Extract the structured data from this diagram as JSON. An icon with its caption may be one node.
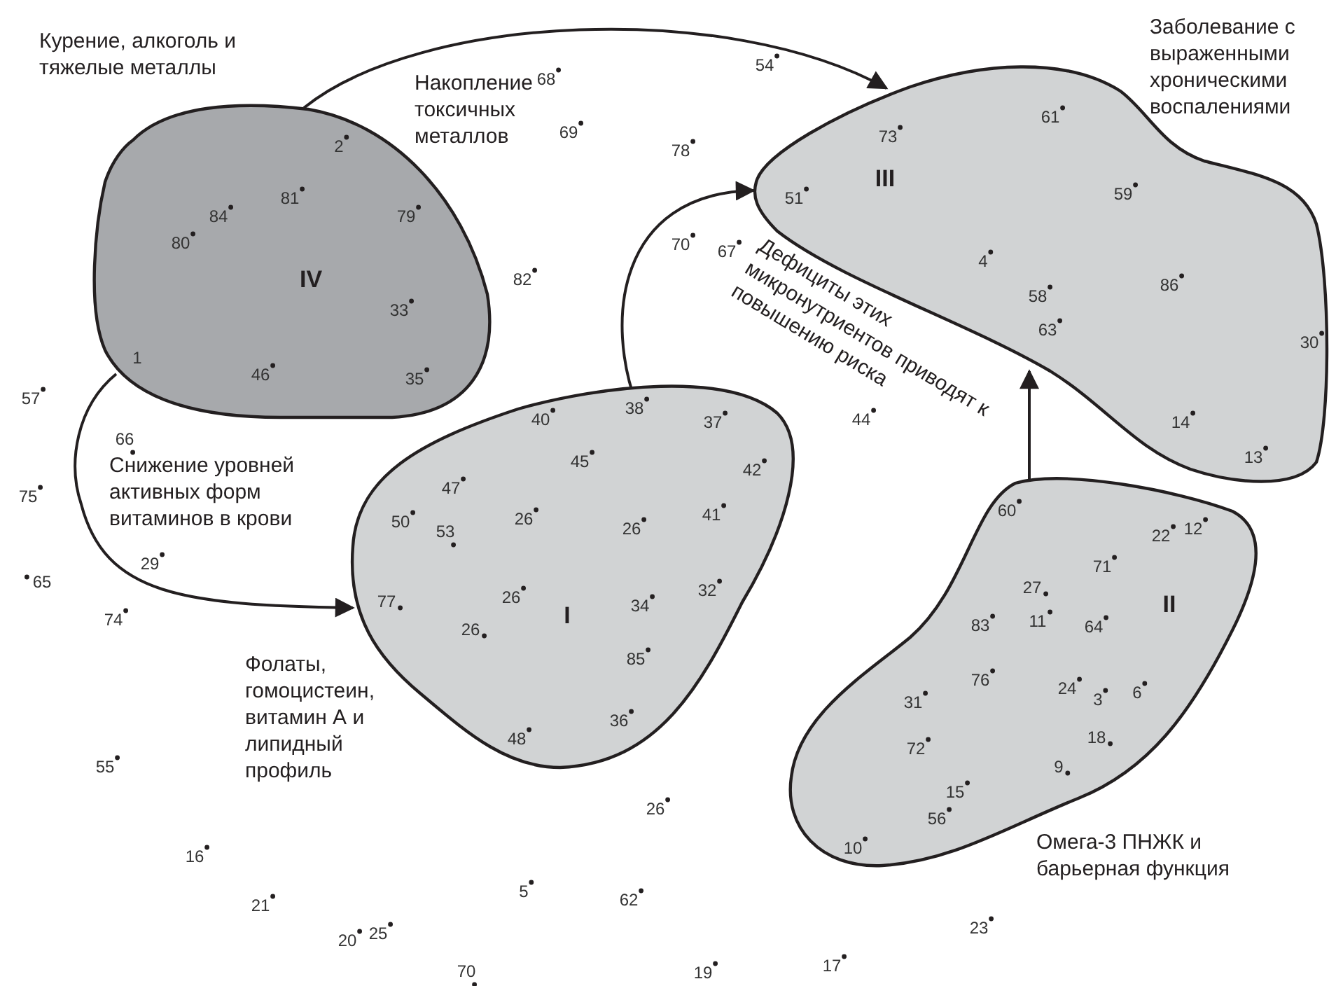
{
  "diagram": {
    "nodes": [
      {
        "text": [
          "Курение, алкоголь и тяжелые металлы",
          "IV"
        ]
      },
      {
        "text": [
          "Заболевание с выраженными хроническими воспалениями",
          "III"
        ]
      },
      {
        "text": [
          "I",
          "Фолаты, гомоцистеин, витамин А и липидный профиль"
        ]
      },
      {
        "text": [
          "II",
          "Омега-3 ПНЖК и барьерная функция"
        ]
      }
    ],
    "edges": [
      {
        "from": 0,
        "to": 1,
        "arrow": "to",
        "label": "Накопление токсичных металлов"
      },
      {
        "from": 0,
        "to": 2,
        "arrow": "to",
        "label": "Снижение уровней активных форм витаминов в крови"
      },
      {
        "from": 2,
        "to": 1,
        "arrow": "to",
        "label": "Дефициты этих микронутриентов приводят к повышению риска"
      },
      {
        "from": 3,
        "to": 1,
        "arrow": "to"
      }
    ],
    "labels": [
      "68",
      "54",
      "2",
      "69",
      "78",
      "73",
      "61",
      "51",
      "81",
      "84",
      "79",
      "59",
      "80",
      "70",
      "67",
      "4",
      "82",
      "58",
      "86",
      "33",
      "63",
      "30",
      "1",
      "46",
      "35",
      "57",
      "40",
      "38",
      "37",
      "44",
      "14",
      "13",
      "66",
      "45",
      "42",
      "47",
      "75",
      "50",
      "53",
      "26",
      "26",
      "41",
      "60",
      "22",
      "12",
      "71",
      "29",
      "65",
      "32",
      "27",
      "11",
      "64",
      "83",
      "77",
      "26",
      "34",
      "26",
      "74",
      "85",
      "76",
      "24",
      "3",
      "6",
      "31",
      "72",
      "18",
      "36",
      "48",
      "9",
      "15",
      "56",
      "55",
      "26",
      "16",
      "10",
      "21",
      "5",
      "62",
      "20",
      "25",
      "23",
      "17",
      "19",
      "70"
    ]
  }
}
